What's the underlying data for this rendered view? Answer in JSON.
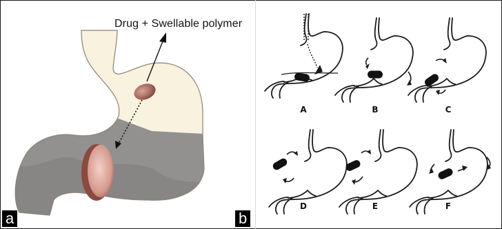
{
  "panels": {
    "a": {
      "label": "a",
      "caption": "Drug + Swellable polymer"
    },
    "b": {
      "label": "b",
      "stages": [
        "A",
        "B",
        "C",
        "D",
        "E",
        "F"
      ]
    }
  },
  "colors": {
    "stomach_upper": "#f8f2de",
    "stomach_lower": "#939090",
    "pill": "#a56a5e",
    "swollen_device": "#c9867c",
    "outline": "#1a1a1a",
    "tablet": "#111111"
  }
}
